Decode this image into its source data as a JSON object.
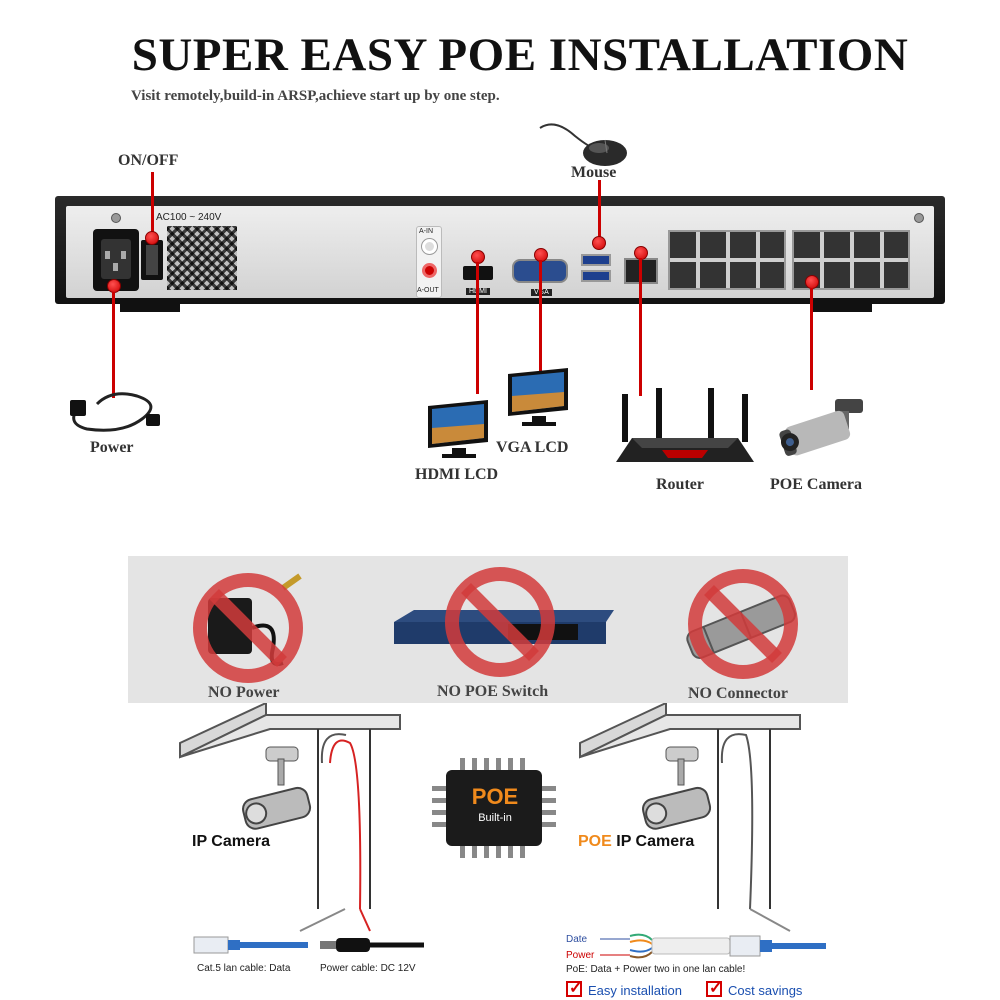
{
  "header": {
    "title": "SUPER EASY POE INSTALLATION",
    "subtitle": "Visit remotely,build-in ARSP,achieve start up by one step."
  },
  "nvr": {
    "power_rating": "AC100 ~ 240V",
    "audio_in": "A-IN",
    "audio_out": "A-OUT",
    "hdmi_port": "HDMI",
    "vga_port": "VGA"
  },
  "labels": {
    "onoff": "ON/OFF",
    "mouse": "Mouse",
    "power": "Power",
    "hdmi_lcd": "HDMI LCD",
    "vga_lcd": "VGA LCD",
    "router": "Router",
    "poe_camera": "POE Camera"
  },
  "no_items": [
    {
      "label": "NO Power"
    },
    {
      "label": "NO POE Switch"
    },
    {
      "label": "NO Connector"
    }
  ],
  "left_diagram": {
    "title": "IP Camera",
    "cable1": "Cat.5 lan cable: Data",
    "cable2": "Power cable: DC 12V"
  },
  "chip": {
    "title": "POE",
    "subtitle": "Built-in"
  },
  "right_diagram": {
    "title_prefix": "POE",
    "title_rest": " IP Camera",
    "date_label": "Date",
    "power_label": "Power",
    "note": "PoE: Data + Power two in one lan cable!",
    "check1": "Easy installation",
    "check2": "Cost savings"
  },
  "colors": {
    "red_line": "#cc0000",
    "poe_orange": "#f08a1c",
    "cable_blue": "#2f6fc4",
    "check_red": "#d40000"
  }
}
